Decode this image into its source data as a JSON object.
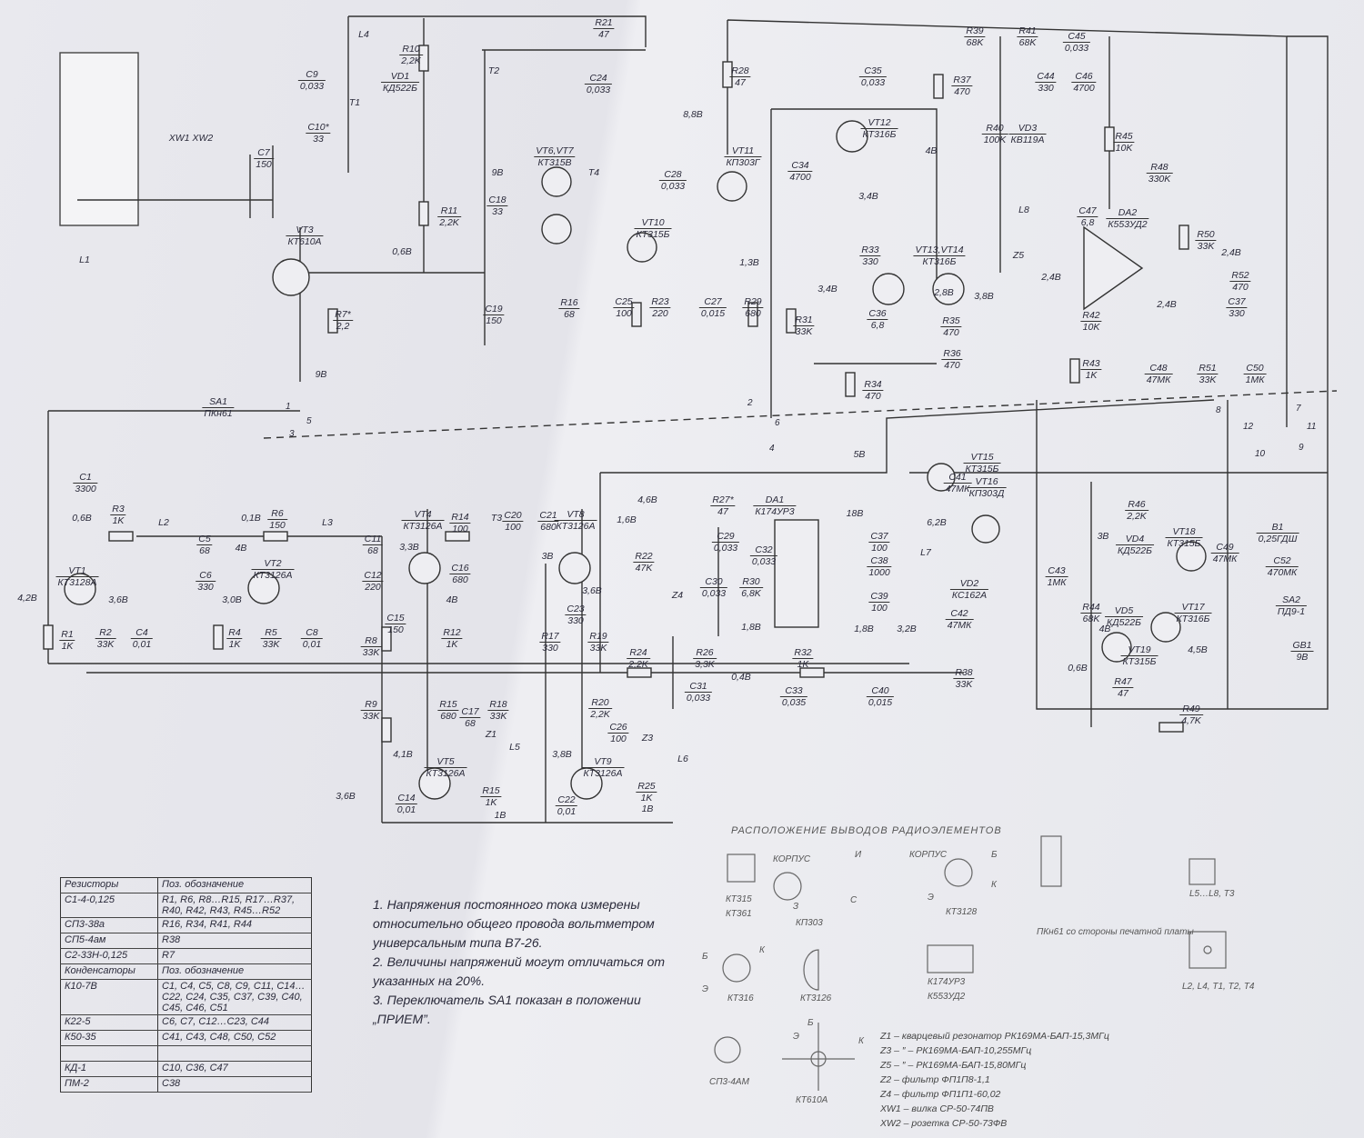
{
  "diagram_title": "РАСПОЛОЖЕНИЕ ВЫВОДОВ РАДИОЭЛЕМЕНТОВ",
  "components": [
    {
      "ref": "C9",
      "value": "0,033"
    },
    {
      "ref": "R10",
      "value": "2,2K"
    },
    {
      "ref": "VD1",
      "value": "КД522Б"
    },
    {
      "ref": "R21",
      "value": "47"
    },
    {
      "ref": "C24",
      "value": "0,033"
    },
    {
      "ref": "R28",
      "value": "47"
    },
    {
      "ref": "C10*",
      "value": "33"
    },
    {
      "ref": "C7",
      "value": "150"
    },
    {
      "ref": "VT6,VT7",
      "value": "КТ315В"
    },
    {
      "ref": "C28",
      "value": "0,033"
    },
    {
      "ref": "VT11",
      "value": "КП303Г"
    },
    {
      "ref": "R11",
      "value": "2,2K"
    },
    {
      "ref": "C18",
      "value": "33"
    },
    {
      "ref": "VT10",
      "value": "КТ315Б"
    },
    {
      "ref": "VT3",
      "value": "КТ610А"
    },
    {
      "ref": "R7*",
      "value": "2,2"
    },
    {
      "ref": "C19",
      "value": "150"
    },
    {
      "ref": "R16",
      "value": "68"
    },
    {
      "ref": "C25",
      "value": "100"
    },
    {
      "ref": "R23",
      "value": "220"
    },
    {
      "ref": "C27",
      "value": "0,015"
    },
    {
      "ref": "R29",
      "value": "680"
    },
    {
      "ref": "C35",
      "value": "0,033"
    },
    {
      "ref": "R39",
      "value": "68K"
    },
    {
      "ref": "R41",
      "value": "68K"
    },
    {
      "ref": "C45",
      "value": "0,033"
    },
    {
      "ref": "C44",
      "value": "330"
    },
    {
      "ref": "C46",
      "value": "4700"
    },
    {
      "ref": "R37",
      "value": "470"
    },
    {
      "ref": "VT12",
      "value": "КТ316Б"
    },
    {
      "ref": "C34",
      "value": "4700"
    },
    {
      "ref": "R40",
      "value": "100K"
    },
    {
      "ref": "VD3",
      "value": "КВ119А"
    },
    {
      "ref": "R45",
      "value": "10K"
    },
    {
      "ref": "R48",
      "value": "330K"
    },
    {
      "ref": "C47",
      "value": "6,8"
    },
    {
      "ref": "DA2",
      "value": "К553УД2"
    },
    {
      "ref": "R50",
      "value": "33K"
    },
    {
      "ref": "R33",
      "value": "330"
    },
    {
      "ref": "VT13,VT14",
      "value": "КТ316Б"
    },
    {
      "ref": "R52",
      "value": "470"
    },
    {
      "ref": "C36",
      "value": "6,8"
    },
    {
      "ref": "R31",
      "value": "33K"
    },
    {
      "ref": "R35",
      "value": "470"
    },
    {
      "ref": "R36",
      "value": "470"
    },
    {
      "ref": "R42",
      "value": "10K"
    },
    {
      "ref": "C37",
      "value": "330"
    },
    {
      "ref": "R34",
      "value": "470"
    },
    {
      "ref": "R43",
      "value": "1K"
    },
    {
      "ref": "C48",
      "value": "47МК"
    },
    {
      "ref": "R51",
      "value": "33K"
    },
    {
      "ref": "C50",
      "value": "1МК"
    },
    {
      "ref": "SA1",
      "value": "ПКн61"
    },
    {
      "ref": "VT15",
      "value": "КТ315Б"
    },
    {
      "ref": "C41",
      "value": "47МК"
    },
    {
      "ref": "VT16",
      "value": "КП303Д"
    },
    {
      "ref": "R27*",
      "value": "47"
    },
    {
      "ref": "DA1",
      "value": "К174УР3"
    },
    {
      "ref": "C1",
      "value": "3300"
    },
    {
      "ref": "R3",
      "value": "1K"
    },
    {
      "ref": "R6",
      "value": "150"
    },
    {
      "ref": "C5",
      "value": "68"
    },
    {
      "ref": "C6",
      "value": "330"
    },
    {
      "ref": "C11",
      "value": "68"
    },
    {
      "ref": "C12",
      "value": "220"
    },
    {
      "ref": "VT4",
      "value": "КТ3126А"
    },
    {
      "ref": "R14",
      "value": "100"
    },
    {
      "ref": "C20",
      "value": "100"
    },
    {
      "ref": "C21",
      "value": "680"
    },
    {
      "ref": "VT8",
      "value": "КТ3126А"
    },
    {
      "ref": "C29",
      "value": "0,033"
    },
    {
      "ref": "C32",
      "value": "0,033"
    },
    {
      "ref": "C37",
      "value": "100"
    },
    {
      "ref": "C38",
      "value": "1000"
    },
    {
      "ref": "C39",
      "value": "100"
    },
    {
      "ref": "VT1",
      "value": "КТ3128А"
    },
    {
      "ref": "VT2",
      "value": "КТ3126А"
    },
    {
      "ref": "C16",
      "value": "680"
    },
    {
      "ref": "R22",
      "value": "47K"
    },
    {
      "ref": "C30",
      "value": "0,033"
    },
    {
      "ref": "R30",
      "value": "6,8K"
    },
    {
      "ref": "VD2",
      "value": "КС162А"
    },
    {
      "ref": "C42",
      "value": "47МК"
    },
    {
      "ref": "C15",
      "value": "150"
    },
    {
      "ref": "C23",
      "value": "330"
    },
    {
      "ref": "R12",
      "value": "1K"
    },
    {
      "ref": "R17",
      "value": "330"
    },
    {
      "ref": "R19",
      "value": "33K"
    },
    {
      "ref": "R1",
      "value": "1K"
    },
    {
      "ref": "R2",
      "value": "33K"
    },
    {
      "ref": "C4",
      "value": "0,01"
    },
    {
      "ref": "R4",
      "value": "1K"
    },
    {
      "ref": "R5",
      "value": "33K"
    },
    {
      "ref": "C8",
      "value": "0,01"
    },
    {
      "ref": "R8",
      "value": "33K"
    },
    {
      "ref": "R24",
      "value": "2,2K"
    },
    {
      "ref": "R26",
      "value": "3,3K"
    },
    {
      "ref": "R32",
      "value": "1K"
    },
    {
      "ref": "C31",
      "value": "0,033"
    },
    {
      "ref": "C33",
      "value": "0,035"
    },
    {
      "ref": "C40",
      "value": "0,015"
    },
    {
      "ref": "R38",
      "value": "33K"
    },
    {
      "ref": "R46",
      "value": "2,2K"
    },
    {
      "ref": "VD4",
      "value": "КД522Б"
    },
    {
      "ref": "VT18",
      "value": "КТ315Б"
    },
    {
      "ref": "C49",
      "value": "47МК"
    },
    {
      "ref": "B1",
      "value": "0,25ГДШ"
    },
    {
      "ref": "C52",
      "value": "470МК"
    },
    {
      "ref": "C43",
      "value": "1МК"
    },
    {
      "ref": "R44",
      "value": "68K"
    },
    {
      "ref": "VD5",
      "value": "КД522Б"
    },
    {
      "ref": "VT17",
      "value": "КТ316Б"
    },
    {
      "ref": "SA2",
      "value": "ПД9-1"
    },
    {
      "ref": "GB1",
      "value": "9В"
    },
    {
      "ref": "VT19",
      "value": "КТ315Б"
    },
    {
      "ref": "R47",
      "value": "47"
    },
    {
      "ref": "R49",
      "value": "4,7K"
    },
    {
      "ref": "R9",
      "value": "33K"
    },
    {
      "ref": "R15",
      "value": "680"
    },
    {
      "ref": "C17",
      "value": "68"
    },
    {
      "ref": "R18",
      "value": "33K"
    },
    {
      "ref": "R20",
      "value": "2,2K"
    },
    {
      "ref": "C26",
      "value": "100"
    },
    {
      "ref": "VT5",
      "value": "КТ3126А"
    },
    {
      "ref": "VT9",
      "value": "КТ3126А"
    },
    {
      "ref": "C14",
      "value": "0,01"
    },
    {
      "ref": "R15",
      "value": "1K"
    },
    {
      "ref": "C22",
      "value": "0,01"
    },
    {
      "ref": "R25",
      "value": "1K"
    }
  ],
  "tags": [
    "L1",
    "XW1 XW2",
    "L4",
    "T1",
    "T2",
    "T4",
    "L8",
    "Z5",
    "L2",
    "L3",
    "T3",
    "L7",
    "Z4",
    "Z1",
    "L5",
    "Z3",
    "L6"
  ],
  "voltages": [
    "8,8В",
    "9В",
    "0,6В",
    "9В",
    "1,3В",
    "4В",
    "3,4В",
    "2,4В",
    "3,4В",
    "2,8В",
    "3,8В",
    "2,4В",
    "2,4В",
    "5В",
    "0,6В",
    "4,2В",
    "0,1В",
    "4В",
    "3,6В",
    "3,0В",
    "3,3В",
    "4,6В",
    "1,6В",
    "3В",
    "4В",
    "3,6В",
    "18В",
    "6,2В",
    "1,8В",
    "1,8В",
    "3,2В",
    "0,4В",
    "3В",
    "4В",
    "4,5В",
    "0,6В",
    "4,1В",
    "3,8В",
    "3,6В",
    "1В",
    "1В"
  ],
  "switch_pins": [
    "1",
    "5",
    "3",
    "2",
    "6",
    "4",
    "8",
    "12",
    "10",
    "7",
    "11",
    "9"
  ],
  "bom_table": {
    "rows": [
      [
        "Резисторы",
        "Поз. обозначение"
      ],
      [
        "С1-4-0,125",
        "R1, R6, R8…R15, R17…R37, R40, R42, R43, R45…R52"
      ],
      [
        "СП3-38а",
        "R16, R34, R41, R44"
      ],
      [
        "СП5-4ам",
        "R38"
      ],
      [
        "С2-33Н-0,125",
        "R7"
      ],
      [
        "Конденсаторы",
        "Поз. обозначение"
      ],
      [
        "К10-7В",
        "C1, C4, C5, C8, C9, C11, C14…C22, C24, C35, C37, C39, C40, C45, C46, C51"
      ],
      [
        "К22-5",
        "C6, C7, C12…C23, C44"
      ],
      [
        "К50-35",
        "C41, C43, C48, C50, C52"
      ],
      [
        "",
        ""
      ],
      [
        "КД-1",
        "C10, C36, C47"
      ],
      [
        "ПМ-2",
        "C38"
      ]
    ]
  },
  "notes": [
    "1. Напряжения постоянного тока измерены относительно общего провода вольтметром универсальным типа В7-26.",
    "2. Величины напряжений могут отличаться от указанных на 20%.",
    "3. Переключатель SA1 показан в положении „ПРИЕМ”."
  ],
  "pinout_labels": [
    "КОРПУС",
    "И",
    "З",
    "С",
    "КП303",
    "КОРПУС",
    "Э",
    "Б",
    "К",
    "КТ3128",
    "КТ315",
    "КТ361",
    "ПКн61 со стороны печатной платы",
    "L5…L8, T3",
    "L2, L4, T1, T2, T4",
    "Б",
    "К",
    "Э",
    "КТ316",
    "КТ3126",
    "К174УР3",
    "К553УД2",
    "СП3-4АМ",
    "Б",
    "Э",
    "К",
    "КТ610А"
  ],
  "z_list": [
    "Z1 – кварцевый резонатор РК169МА-БАП-15,3МГц",
    "Z3 – ″ – РК169МА-БАП-10,255МГц",
    "Z5 – ″ – РК169МА-БАП-15,80МГц",
    "Z2 – фильтр ФП1П8-1,1",
    "Z4 – фильтр ФП1П1-60,02",
    "XW1 – вилка СР-50-74ПВ",
    "XW2 – розетка СР-50-73ФВ"
  ]
}
